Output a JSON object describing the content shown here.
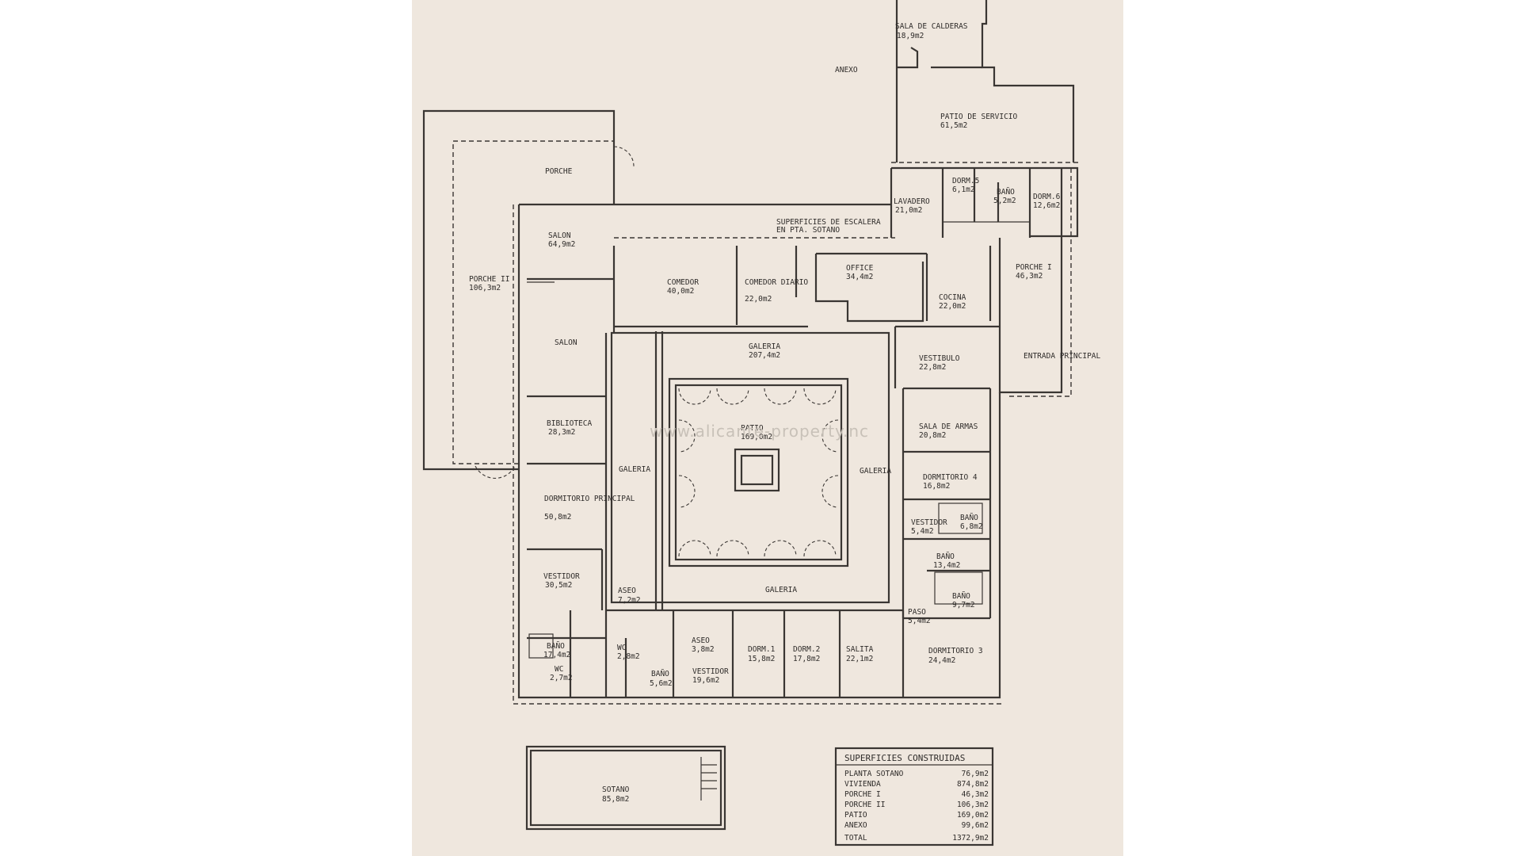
{
  "rooms": [
    {
      "id": "sala_calderas",
      "name": "SALA DE CALDERAS",
      "area": "18,9m2"
    },
    {
      "id": "anexo",
      "name": "ANEXO",
      "area": ""
    },
    {
      "id": "patio_servicio",
      "name": "PATIO DE SERVICIO",
      "area": "61,5m2"
    },
    {
      "id": "porche",
      "name": "PORCHE",
      "area": ""
    },
    {
      "id": "lavadero",
      "name": "LAVADERO",
      "area": "21,0m2"
    },
    {
      "id": "dorm5",
      "name": "DORM.5",
      "area": "6,1m2"
    },
    {
      "id": "bano_serv",
      "name": "BAÑO",
      "area": "5,2m2"
    },
    {
      "id": "dorm6",
      "name": "DORM.6",
      "area": "12,6m2"
    },
    {
      "id": "escalera",
      "name": "SUPERFICIES DE ESCALERA",
      "area": "EN PTA. SOTANO"
    },
    {
      "id": "salon1",
      "name": "SALON",
      "area": "64,9m2"
    },
    {
      "id": "comedor",
      "name": "COMEDOR",
      "area": "40,0m2"
    },
    {
      "id": "comedor_diario",
      "name": "COMEDOR DIARIO",
      "area": "22,0m2"
    },
    {
      "id": "office",
      "name": "OFFICE",
      "area": "34,4m2"
    },
    {
      "id": "cocina",
      "name": "COCINA",
      "area": "22,0m2"
    },
    {
      "id": "porche1",
      "name": "PORCHE I",
      "area": "46,3m2"
    },
    {
      "id": "porche2",
      "name": "PORCHE II",
      "area": "106,3m2"
    },
    {
      "id": "salon2",
      "name": "SALON",
      "area": ""
    },
    {
      "id": "galeria_n",
      "name": "GALERIA",
      "area": "207,4m2"
    },
    {
      "id": "vestibulo",
      "name": "VESTIBULO",
      "area": "22,8m2"
    },
    {
      "id": "entrada",
      "name": "ENTRADA PRINCIPAL",
      "area": ""
    },
    {
      "id": "biblioteca",
      "name": "BIBLIOTECA",
      "area": "28,3m2"
    },
    {
      "id": "patio",
      "name": "PATIO",
      "area": "169,0m2"
    },
    {
      "id": "sala_armas",
      "name": "SALA DE ARMAS",
      "area": "20,8m2"
    },
    {
      "id": "galeria_w",
      "name": "GALERIA",
      "area": ""
    },
    {
      "id": "galeria_e",
      "name": "GALERIA",
      "area": ""
    },
    {
      "id": "dormitorio4",
      "name": "DORMITORIO 4",
      "area": "16,8m2"
    },
    {
      "id": "dorm_principal",
      "name": "DORMITORIO PRINCIPAL",
      "area": "50,8m2"
    },
    {
      "id": "bano_e1",
      "name": "BAÑO",
      "area": "6,8m2"
    },
    {
      "id": "vestidor_e",
      "name": "VESTIDOR",
      "area": "5,4m2"
    },
    {
      "id": "bano_e2",
      "name": "BAÑO",
      "area": "13,4m2"
    },
    {
      "id": "vestidor1",
      "name": "VESTIDOR",
      "area": "30,5m2"
    },
    {
      "id": "galeria_s",
      "name": "GALERIA",
      "area": ""
    },
    {
      "id": "bano_e3",
      "name": "BAÑO",
      "area": "9,7m2"
    },
    {
      "id": "aseo1",
      "name": "ASEO",
      "area": "7,2m2"
    },
    {
      "id": "paso",
      "name": "PASO",
      "area": "5,4m2"
    },
    {
      "id": "aseo2",
      "name": "ASEO",
      "area": "3,8m2"
    },
    {
      "id": "wc1",
      "name": "WC",
      "area": "2,8m2"
    },
    {
      "id": "bano_sw",
      "name": "BAÑO",
      "area": "17,4m2"
    },
    {
      "id": "dorm1",
      "name": "DORM.1",
      "area": "15,8m2"
    },
    {
      "id": "dorm2",
      "name": "DORM.2",
      "area": "17,8m2"
    },
    {
      "id": "salita",
      "name": "SALITA",
      "area": "22,1m2"
    },
    {
      "id": "dormitorio3",
      "name": "DORMITORIO 3",
      "area": "24,4m2"
    },
    {
      "id": "wc2",
      "name": "WC",
      "area": "2,7m2"
    },
    {
      "id": "bano_s",
      "name": "BAÑO",
      "area": "5,6m2"
    },
    {
      "id": "vestidor2",
      "name": "VESTIDOR",
      "area": "19,6m2"
    },
    {
      "id": "sotano",
      "name": "SOTANO",
      "area": "85,8m2"
    }
  ],
  "summary": {
    "title": "SUPERFICIES CONSTRUIDAS",
    "rows": [
      {
        "label": "PLANTA SOTANO",
        "value": "76,9m2"
      },
      {
        "label": "VIVIENDA",
        "value": "874,8m2"
      },
      {
        "label": "PORCHE I",
        "value": "46,3m2"
      },
      {
        "label": "PORCHE II",
        "value": "106,3m2"
      },
      {
        "label": "PATIO",
        "value": "169,0m2"
      },
      {
        "label": "ANEXO",
        "value": "99,6m2"
      },
      {
        "label": "TOTAL",
        "value": "1372,9m2"
      }
    ]
  },
  "watermark": "www.alicante-property.nc",
  "colors": {
    "paper": "#efe7de",
    "ink": "#3a3633",
    "background": "#ffffff"
  }
}
